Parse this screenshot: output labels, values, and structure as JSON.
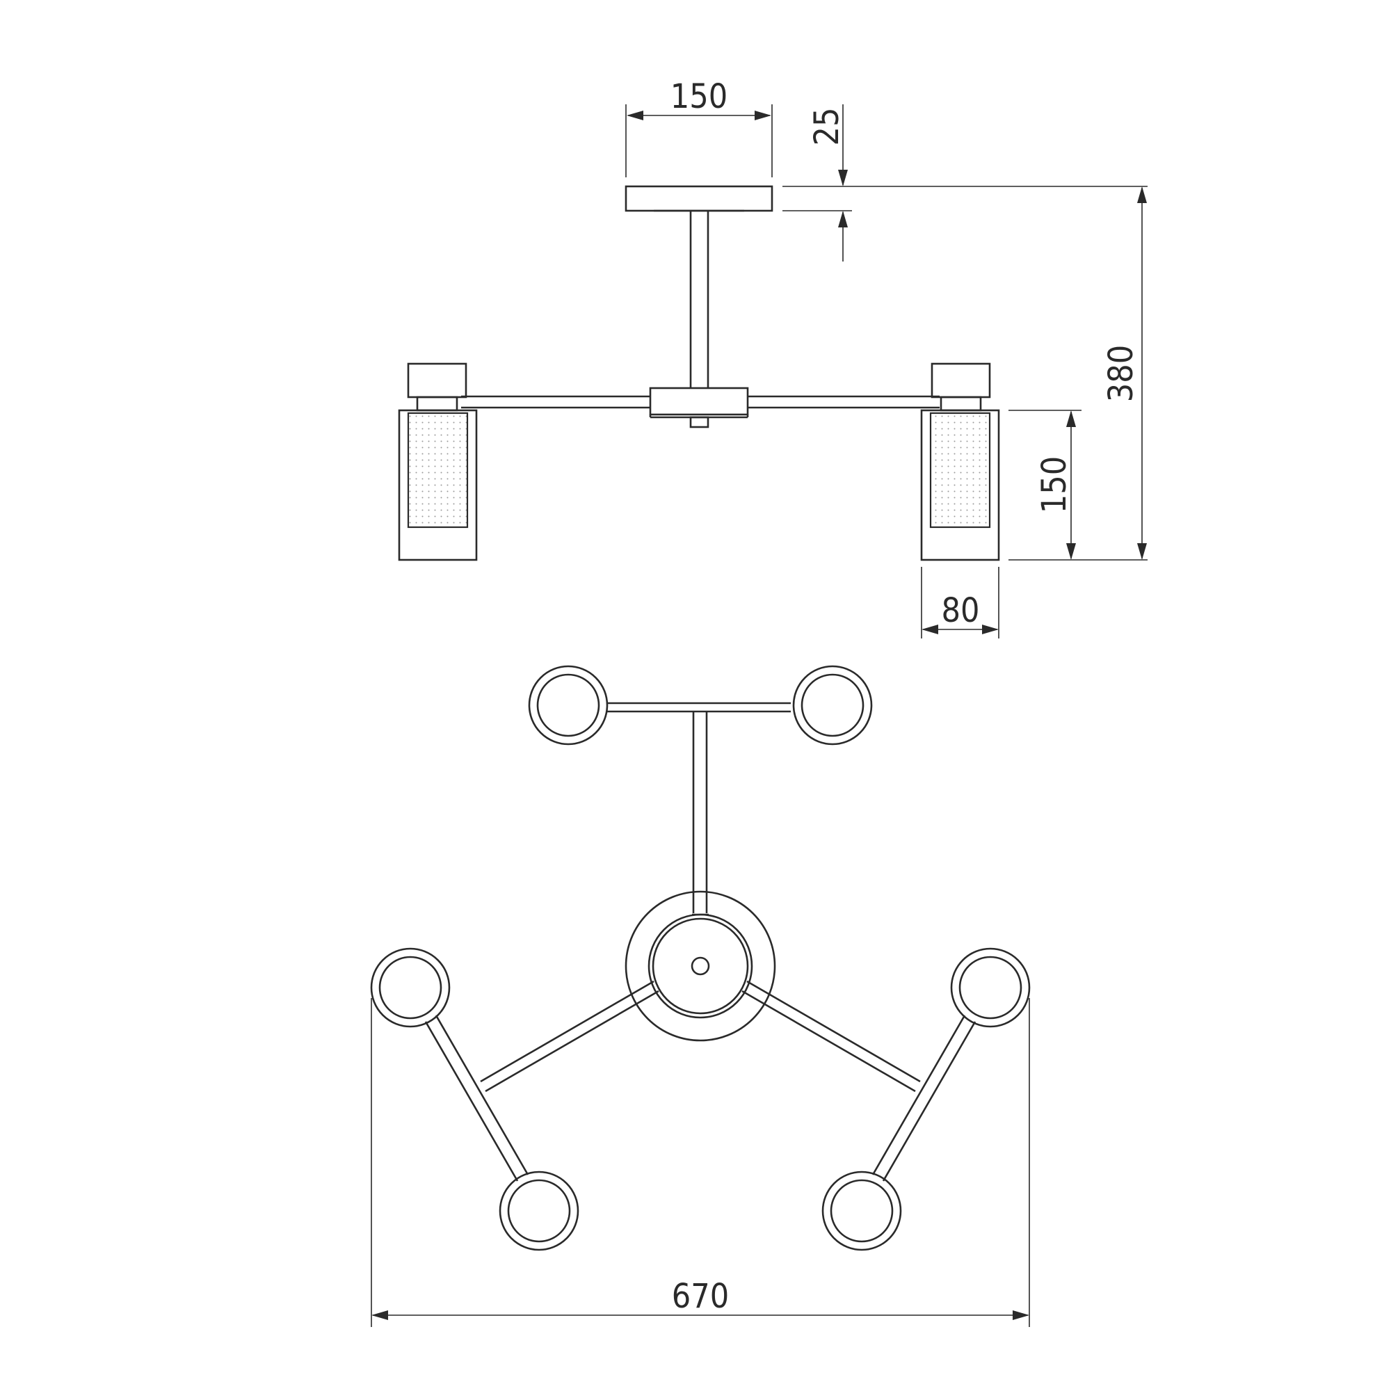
{
  "dimensions": {
    "canopy_width": "150",
    "canopy_height": "25",
    "total_height": "380",
    "shade_height": "150",
    "shade_width": "80",
    "overall_width": "670"
  },
  "colors": {
    "line": "#2a2a2a",
    "background": "#ffffff"
  }
}
